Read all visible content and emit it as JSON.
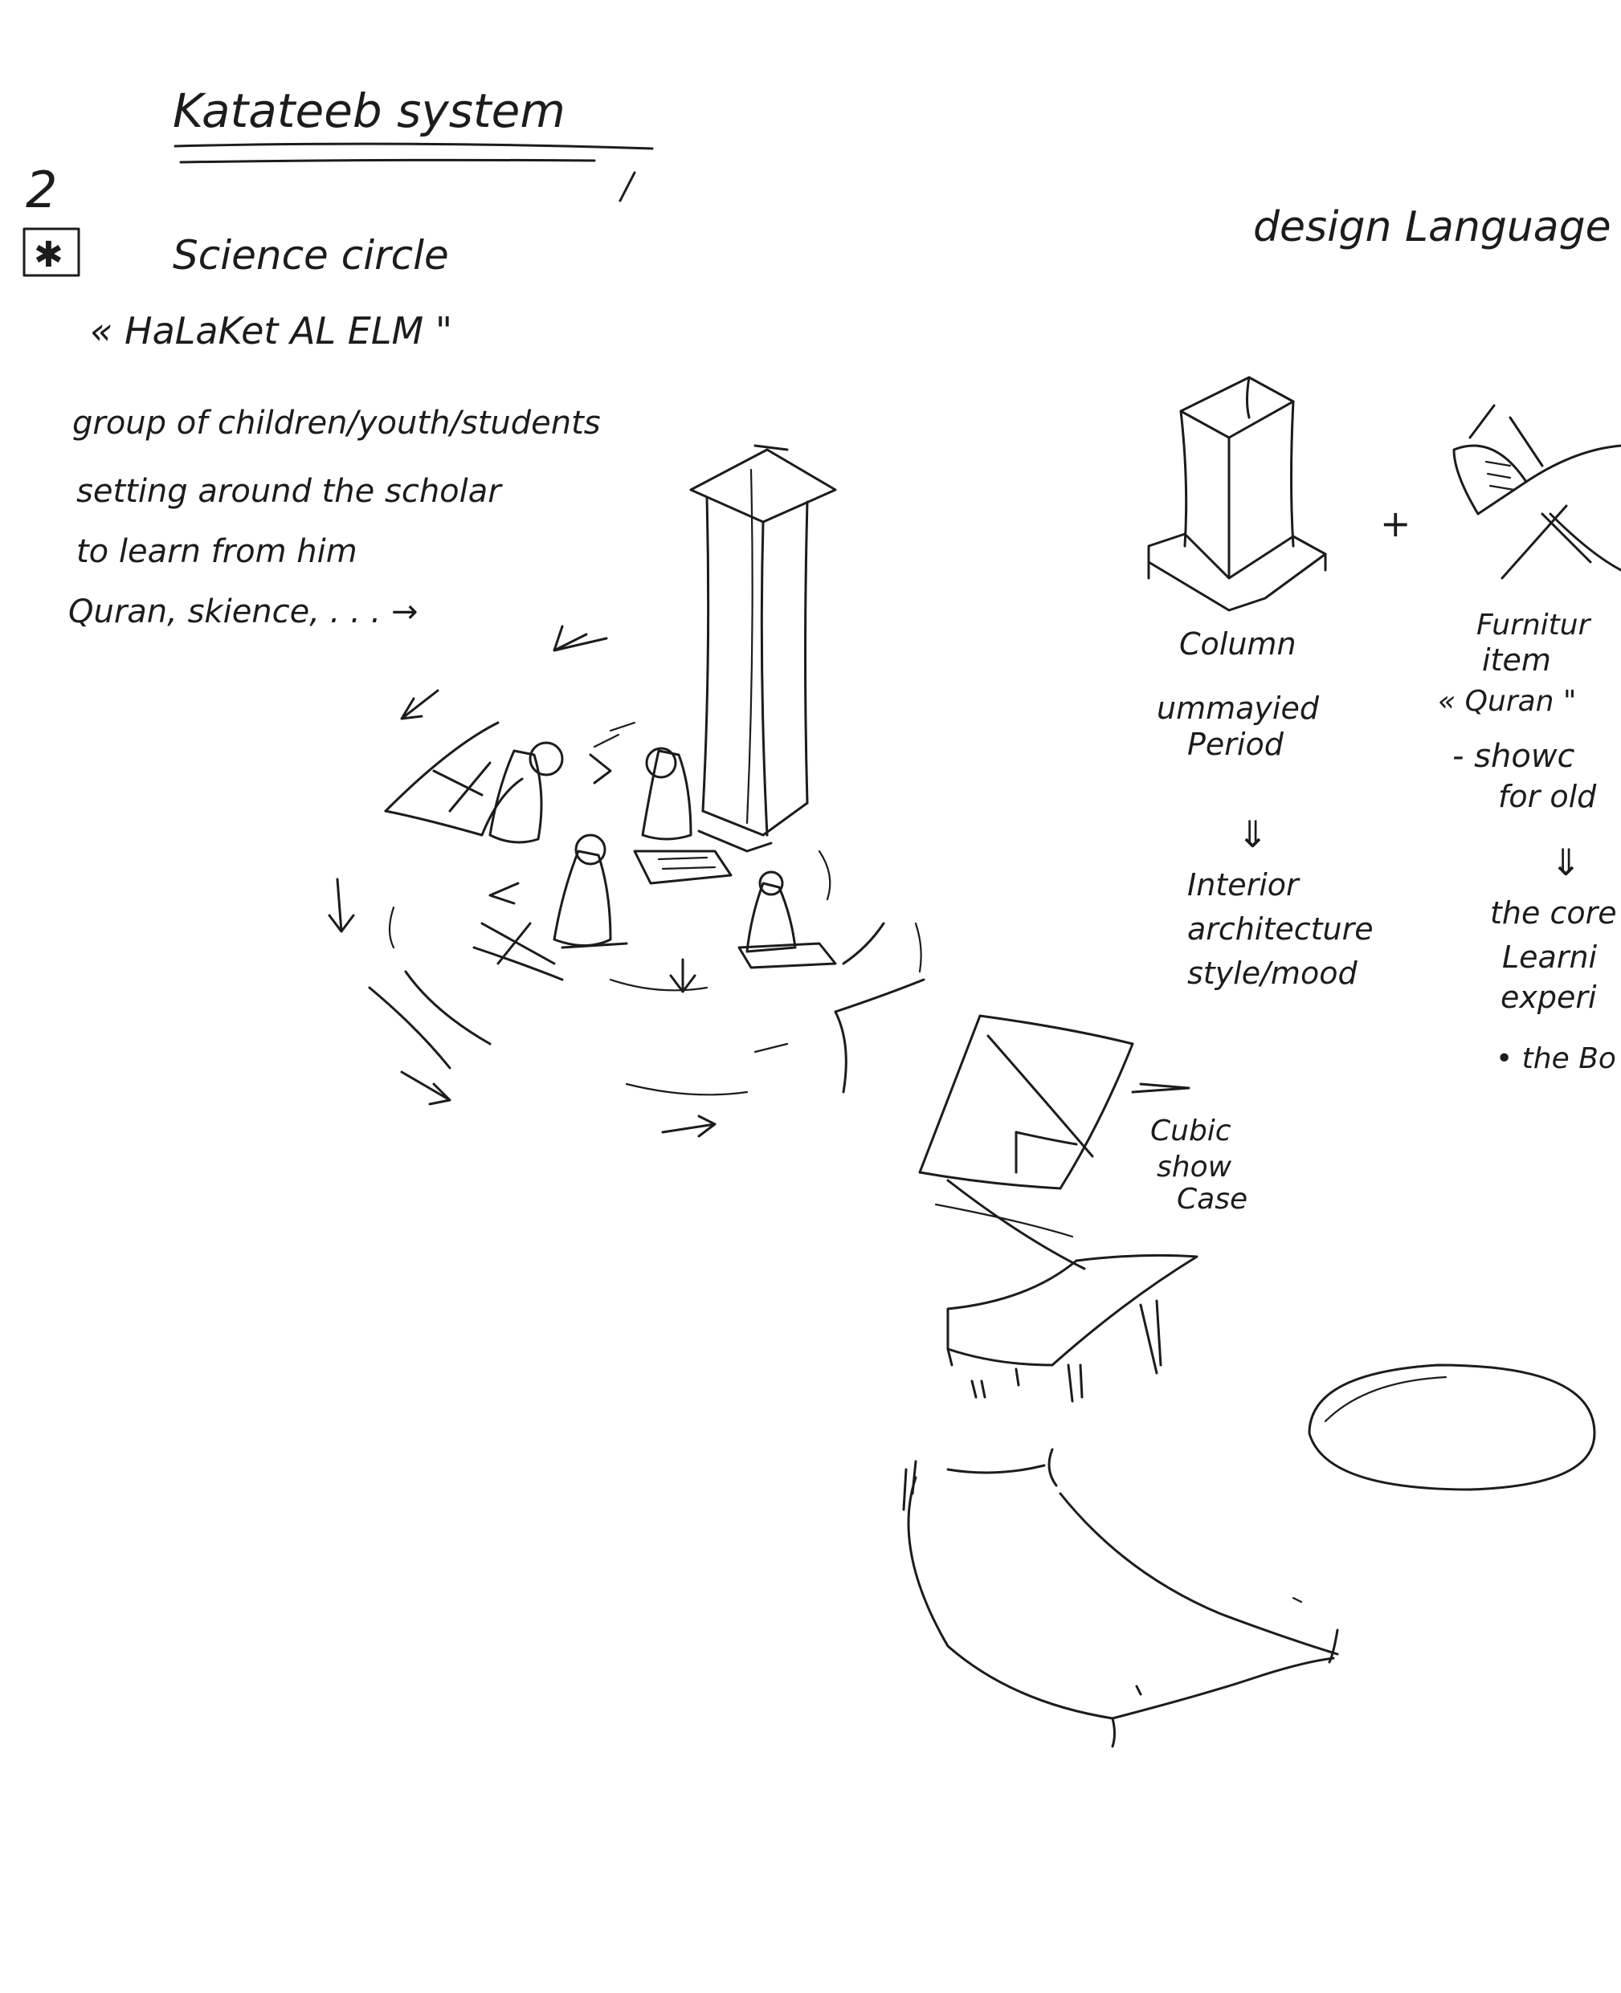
{
  "title": "Katateeb system",
  "page_number": "2",
  "star_symbol": "✱",
  "section": {
    "heading": "Science circle",
    "subheading": "« HaLaKet AL ELM \"",
    "description": [
      "group of children/youth/students",
      "setting around the scholar",
      "to learn from him",
      "Quran, skience, . . . →"
    ]
  },
  "design_language": {
    "heading": "design Language",
    "plus": "+",
    "arrow": "⇓",
    "left": {
      "label": "Column",
      "sub": [
        "ummayied",
        "Period"
      ],
      "result": [
        "Interior",
        "architecture",
        "style/mood"
      ]
    },
    "right": {
      "label": [
        "Furnitur",
        "item"
      ],
      "quote": "« Quran \"",
      "note": [
        "- showc",
        "for old"
      ],
      "result": [
        "the core",
        "Learni",
        "experi",
        "• the Bo"
      ]
    }
  },
  "showcase_label": [
    "Cubic",
    "show",
    "Case"
  ]
}
